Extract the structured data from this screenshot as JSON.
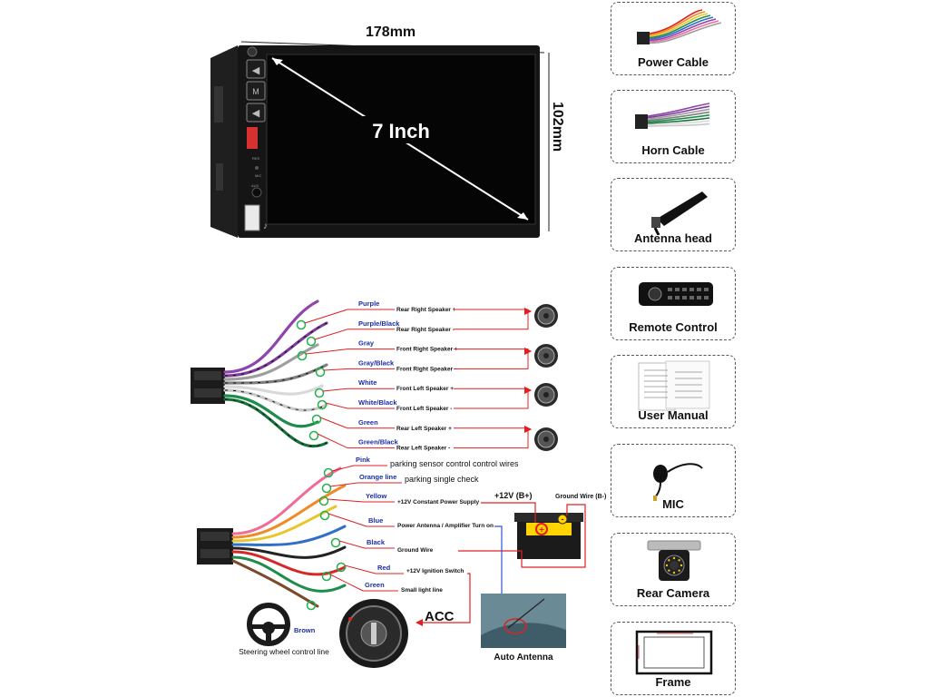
{
  "dimensions": {
    "width": "178mm",
    "height": "102mm",
    "screen": "7 Inch"
  },
  "panel_labels": {
    "res": "RES",
    "mic": "MIC",
    "aux": "AUX"
  },
  "speaker_wires": [
    {
      "color_name": "Purple",
      "function": "Rear Right Speaker +",
      "hex": "#8e44ad"
    },
    {
      "color_name": "Purple/Black",
      "function": "Rear Right Speaker -",
      "hex": "#7d3c98"
    },
    {
      "color_name": "Gray",
      "function": "Front Right Speaker +",
      "hex": "#9e9e9e"
    },
    {
      "color_name": "Gray/Black",
      "function": "Front Right Speaker -",
      "hex": "#7f7f7f"
    },
    {
      "color_name": "White",
      "function": "Front Left Speaker +",
      "hex": "#d9d9d9"
    },
    {
      "color_name": "White/Black",
      "function": "Front Left Speaker -",
      "hex": "#c8c8c8"
    },
    {
      "color_name": "Green",
      "function": "Rear Left Speaker +",
      "hex": "#1e8c4a"
    },
    {
      "color_name": "Green/Black",
      "function": "Rear Left Speaker -",
      "hex": "#17703b"
    }
  ],
  "power_wires": [
    {
      "color_name": "Pink",
      "function": "parking sensor control control wires",
      "hex": "#f06b9a"
    },
    {
      "color_name": "Orange line",
      "function": "parking single check",
      "hex": "#f08a24"
    },
    {
      "color_name": "Yellow",
      "function": "+12V Constant Power Supply",
      "hex": "#e8c62b"
    },
    {
      "color_name": "Blue",
      "function": "Power Antenna / Amplifier Turn on",
      "hex": "#2f6fc7"
    },
    {
      "color_name": "Black",
      "function": "Ground Wire",
      "hex": "#222222"
    },
    {
      "color_name": "Red",
      "function": "+12V Ignition Switch",
      "hex": "#d62828"
    },
    {
      "color_name": "Green",
      "function": "Small light line",
      "hex": "#1e8c4a"
    },
    {
      "color_name": "Brown",
      "function": "Steering wheel control line",
      "hex": "#7a4a2a"
    }
  ],
  "battery": {
    "plus_label": "+12V (B+)",
    "ground_label": "Ground Wire (B-)"
  },
  "acc_label": "ACC",
  "auto_antenna_label": "Auto Antenna",
  "steering_label": "Steering wheel control line",
  "accessories": [
    {
      "name": "Power Cable",
      "icon": "power-cable-icon"
    },
    {
      "name": "Horn Cable",
      "icon": "horn-cable-icon"
    },
    {
      "name": "Antenna head",
      "icon": "antenna-head-icon"
    },
    {
      "name": "Remote Control",
      "icon": "remote-control-icon"
    },
    {
      "name": "User Manual",
      "icon": "user-manual-icon"
    },
    {
      "name": "MIC",
      "icon": "mic-icon"
    },
    {
      "name": "Rear Camera",
      "icon": "rear-camera-icon"
    },
    {
      "name": "Frame",
      "icon": "frame-icon"
    }
  ],
  "colors": {
    "arrow": "#e02020",
    "label_blue": "#1a2ea8",
    "ring_green": "#22b24c",
    "battery_yellow": "#ffd400",
    "guide_blue": "#3050e0"
  }
}
